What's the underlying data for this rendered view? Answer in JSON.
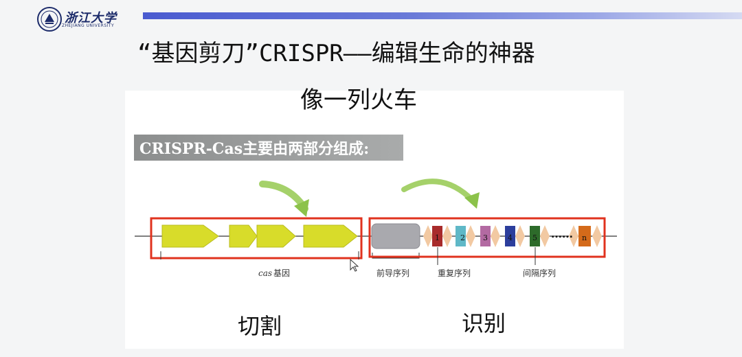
{
  "header": {
    "logo_name": "浙江大学",
    "logo_subtitle": "ZHEJIANG UNIVERSITY"
  },
  "slide": {
    "title": "“基因剪刀”CRISPR——编辑生命的神器",
    "subtitle": "像一列火车",
    "section_label": "CRISPR-Cas主要由两部分组成:",
    "diagram": {
      "cas_label": "基因",
      "cas_label_italic": "cas",
      "leader_label": "前导序列",
      "repeat_label": "重复序列",
      "spacer_label": "间隔序列",
      "spacer_numbers": [
        "1",
        "2",
        "3",
        "4",
        "5",
        "n"
      ],
      "ellipsis": "......"
    },
    "left_caption": "切割",
    "right_caption": "识别"
  },
  "colors": {
    "gene_yellow": "#d8dc2a",
    "box_red": "#e0321e",
    "arrow_green": "#8cc24a",
    "accent_blue": "#4a5bd0"
  }
}
